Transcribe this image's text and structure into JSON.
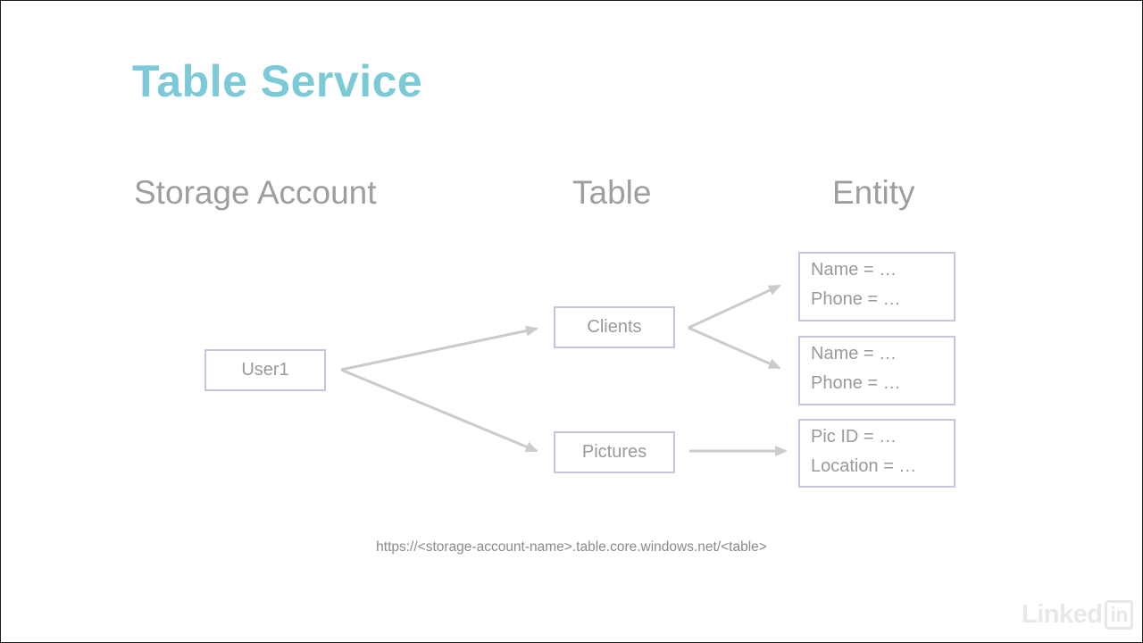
{
  "slide": {
    "title": "Table Service",
    "columns": {
      "storage_account": "Storage Account",
      "table": "Table",
      "entity": "Entity"
    }
  },
  "nodes": {
    "account": "User1",
    "tables": [
      "Clients",
      "Pictures"
    ]
  },
  "entities": [
    {
      "line1": "Name = …",
      "line2": "Phone = …"
    },
    {
      "line1": "Name = …",
      "line2": "Phone = …"
    },
    {
      "line1": "Pic ID = …",
      "line2": "Location = …"
    }
  ],
  "url": "https://<storage-account-name>.table.core.windows.net/<table>",
  "logo": {
    "text": "Linked",
    "box": "in"
  },
  "colors": {
    "title": "#7ccad8",
    "heading": "#9e9e9e",
    "box_border": "#c8c3df",
    "arrow": "#cbcbcb"
  }
}
